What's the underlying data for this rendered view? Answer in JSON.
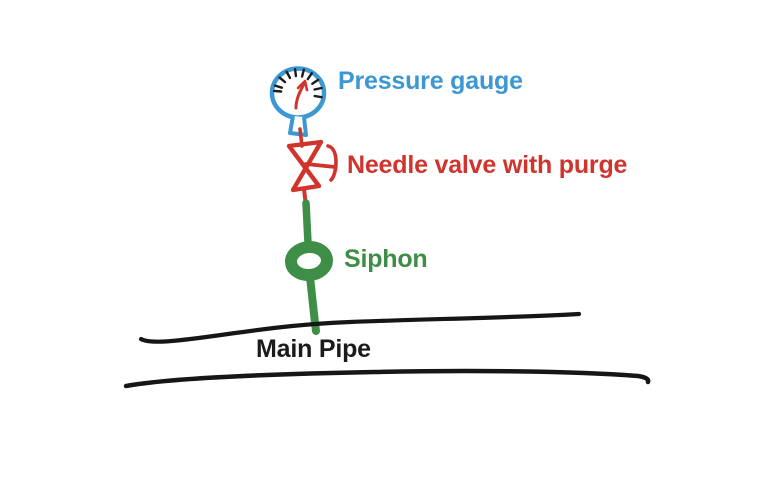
{
  "diagram": {
    "background": "#FFFFFF",
    "components": [
      {
        "id": "pressure-gauge",
        "label": "Pressure gauge",
        "color": "#3C97D3",
        "symbol": "gauge-dial-icon"
      },
      {
        "id": "needle-valve",
        "label": "Needle valve with purge",
        "color": "#D0342C",
        "symbol": "valve-bowtie-purge-icon"
      },
      {
        "id": "siphon",
        "label": "Siphon",
        "color": "#3E8E48",
        "symbol": "siphon-ring-icon"
      },
      {
        "id": "main-pipe",
        "label": "Main Pipe",
        "color": "#1B1B1B",
        "symbol": "double-line-pipe-icon"
      }
    ]
  }
}
